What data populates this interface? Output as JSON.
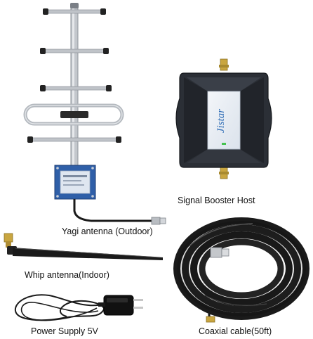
{
  "captions": {
    "booster": "Signal Booster Host",
    "yagi": "Yagi antenna (Outdoor)",
    "whip": "Whip antenna(Indoor)",
    "power": "Power Supply 5V",
    "coax": "Coaxial cable(50ft)"
  },
  "brand": {
    "logo_text": "Jistar"
  },
  "colors": {
    "booster_body": "#2b2f36",
    "booster_label": "#e9eef5",
    "brass": "#c9a640",
    "aluminum": "#b8bcc2",
    "cable": "#1a1a1a",
    "mount_plate": "#2f5fa8"
  }
}
